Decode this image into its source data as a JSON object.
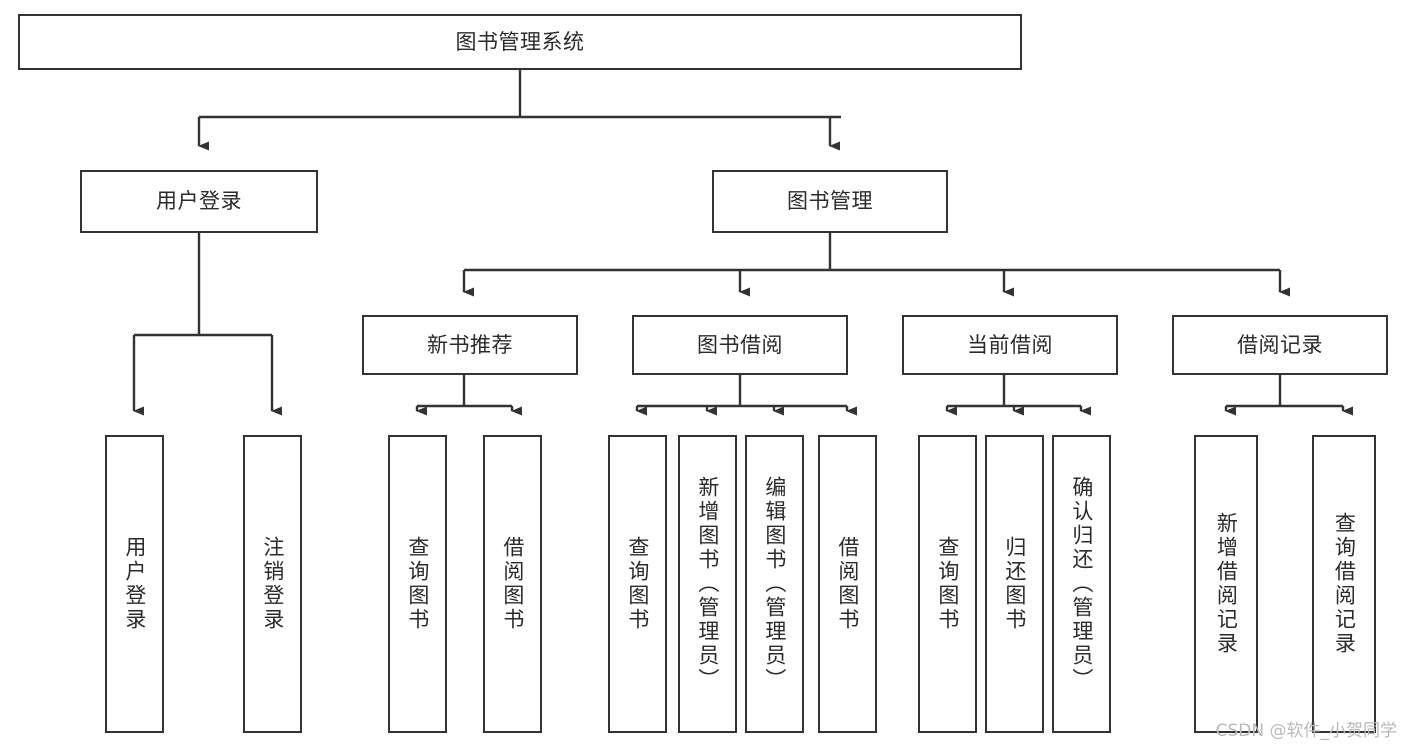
{
  "diagram": {
    "title": "图书管理系统",
    "watermark": "CSDN @软件_小贺同学",
    "line_color": "#333333",
    "box_fill": "#ffffff",
    "text_color": "#2b2b2b"
  },
  "nodes": {
    "root": {
      "label": "图书管理系统"
    },
    "level1": [
      {
        "id": "user-login",
        "label": "用户登录"
      },
      {
        "id": "book-manage",
        "label": "图书管理"
      }
    ],
    "level2": [
      {
        "id": "new-book-recommend",
        "label": "新书推荐"
      },
      {
        "id": "book-borrow",
        "label": "图书借阅"
      },
      {
        "id": "current-borrow",
        "label": "当前借阅"
      },
      {
        "id": "borrow-record",
        "label": "借阅记录"
      }
    ],
    "leaves": {
      "user-login": [
        {
          "id": "leaf-user-login",
          "label": "用户登录"
        },
        {
          "id": "leaf-logout-login",
          "label": "注销登录"
        }
      ],
      "new-book-recommend": [
        {
          "id": "leaf-query-book-1",
          "label": "查询图书"
        },
        {
          "id": "leaf-borrow-book-1",
          "label": "借阅图书"
        }
      ],
      "book-borrow": [
        {
          "id": "leaf-query-book-2",
          "label": "查询图书"
        },
        {
          "id": "leaf-add-book",
          "label": "新增图书（管理员）"
        },
        {
          "id": "leaf-edit-book",
          "label": "编辑图书（管理员）"
        },
        {
          "id": "leaf-borrow-book-2",
          "label": "借阅图书"
        }
      ],
      "current-borrow": [
        {
          "id": "leaf-query-book-3",
          "label": "查询图书"
        },
        {
          "id": "leaf-return-book",
          "label": "归还图书"
        },
        {
          "id": "leaf-confirm-return",
          "label": "确认归还（管理员）"
        }
      ],
      "borrow-record": [
        {
          "id": "leaf-add-record",
          "label": "新增借阅记录"
        },
        {
          "id": "leaf-query-record",
          "label": "查询借阅记录"
        }
      ]
    }
  }
}
